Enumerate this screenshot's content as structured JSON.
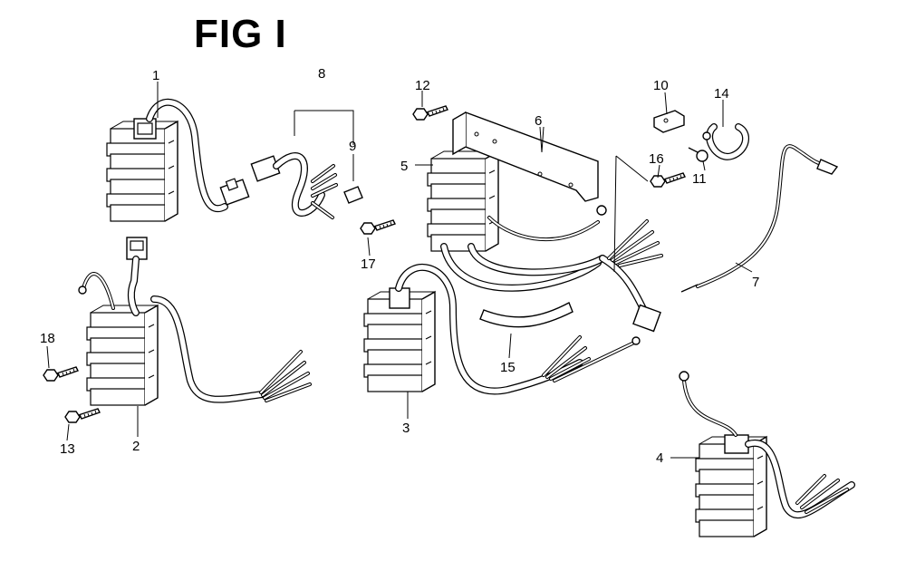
{
  "title": "FIG I",
  "callouts": [
    "1",
    "2",
    "3",
    "4",
    "5",
    "6",
    "7",
    "8",
    "9",
    "10",
    "11",
    "12",
    "13",
    "14",
    "15",
    "16",
    "17",
    "18"
  ]
}
